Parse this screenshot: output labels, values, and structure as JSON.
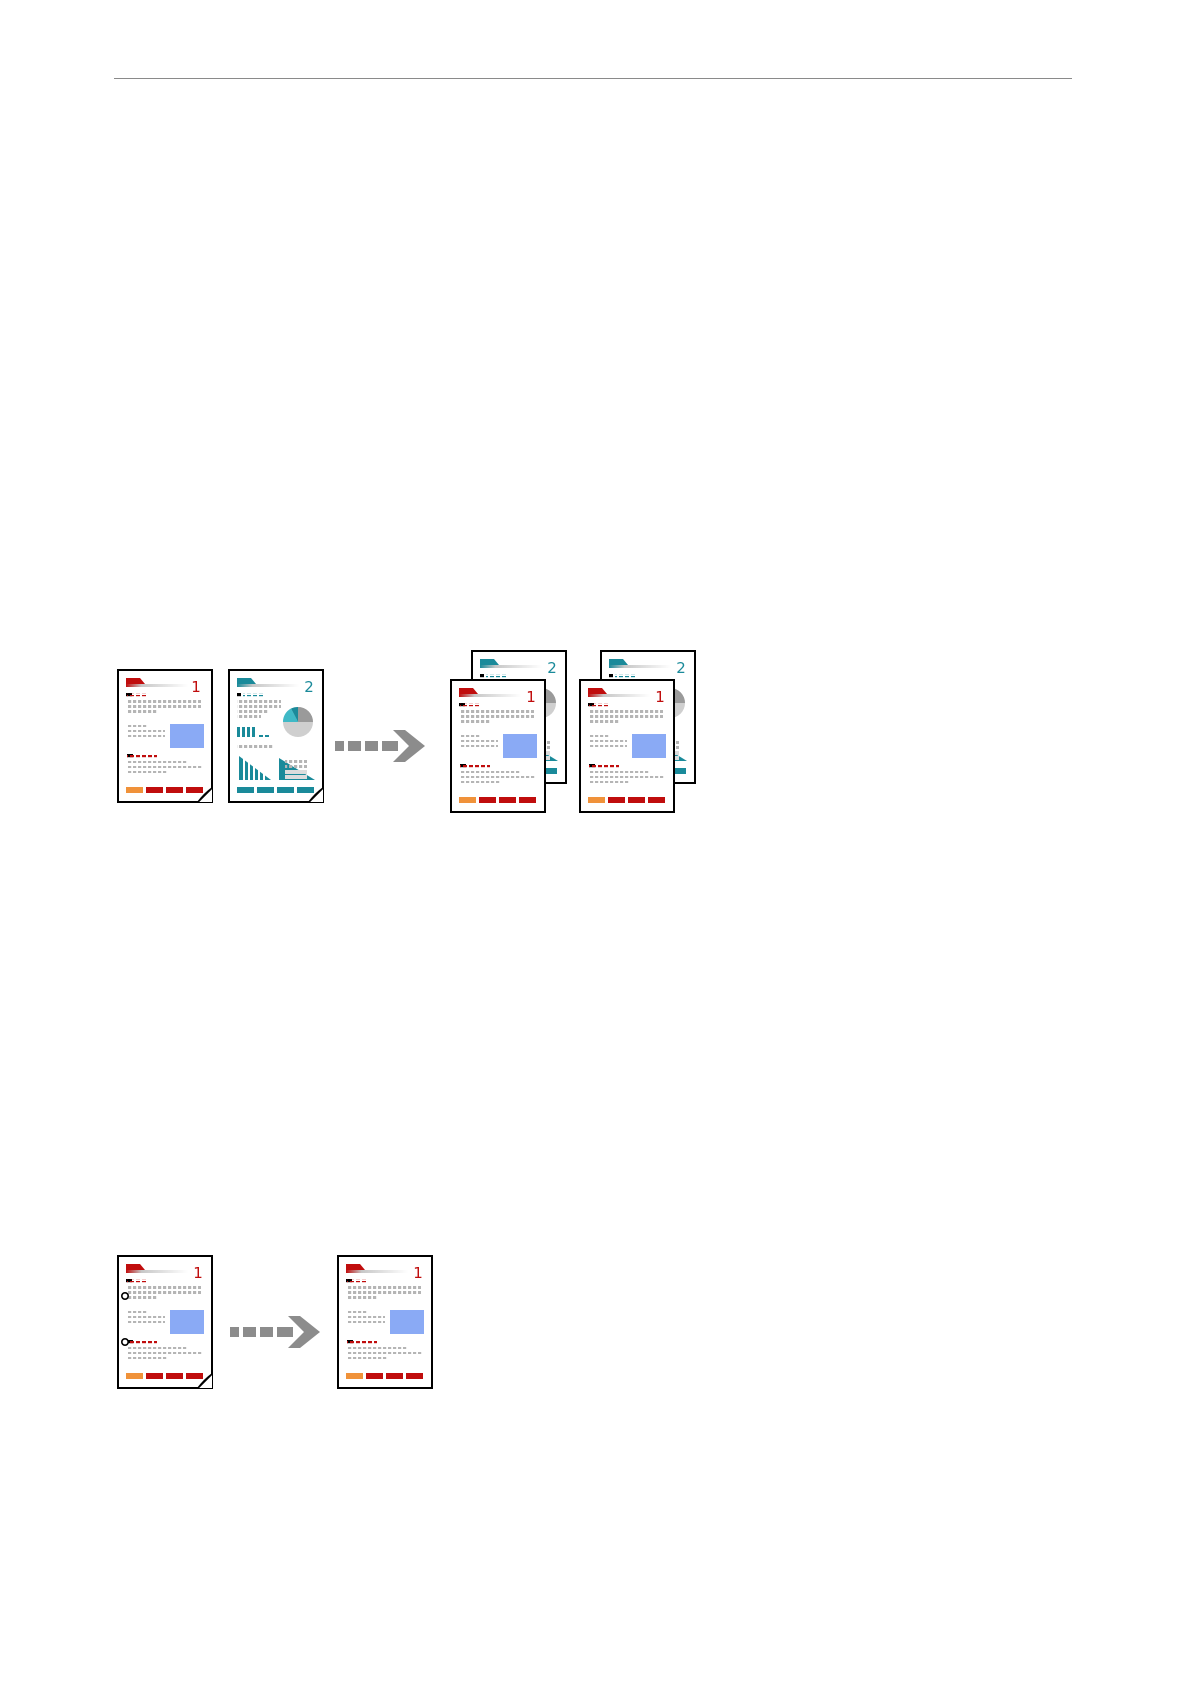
{
  "page": {
    "figures": [
      {
        "id": "collate-copy",
        "source_pages": [
          "1",
          "2"
        ],
        "output_sets": [
          [
            "2",
            "1"
          ],
          [
            "2",
            "1"
          ]
        ]
      },
      {
        "id": "punch-hole-removal",
        "source_pages": [
          "1"
        ],
        "output_pages": [
          "1"
        ]
      }
    ],
    "colors": {
      "red": "#c00d0d",
      "teal": "#1a8a9a",
      "orange": "#f0923a",
      "blue": "#8aaaf5",
      "gray_text": "#b5b5b5",
      "arrow": "#8c8c8c"
    },
    "icons": [
      "dashed-arrow-icon",
      "punch-hole-icon",
      "pie-chart-icon",
      "bar-chart-icon"
    ]
  }
}
